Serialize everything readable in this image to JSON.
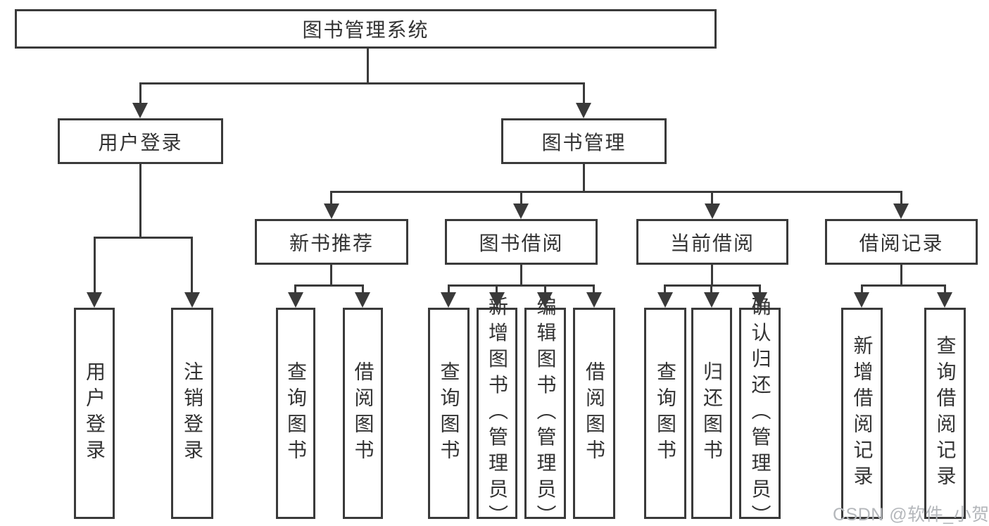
{
  "tree": {
    "root": "图书管理系统",
    "user_login": {
      "label": "用户登录",
      "children": [
        "用户登录",
        "注销登录"
      ]
    },
    "book_management": {
      "label": "图书管理",
      "new_book_recommend": {
        "label": "新书推荐",
        "children": [
          "查询图书",
          "借阅图书"
        ]
      },
      "book_borrow": {
        "label": "图书借阅",
        "children": [
          "查询图书",
          "新增图书（管理员）",
          "编辑图书（管理员）",
          "借阅图书"
        ]
      },
      "current_borrow": {
        "label": "当前借阅",
        "children": [
          "查询图书",
          "归还图书",
          "确认归还（管理员）"
        ]
      },
      "borrow_record": {
        "label": "借阅记录",
        "children": [
          "新增借阅记录",
          "查询借阅记录"
        ]
      }
    }
  },
  "watermark": "CSDN @软件_小贺同学",
  "colors": {
    "line": "#3a3a3a",
    "text": "#333333",
    "watermark": "#b4b7bb",
    "background": "#ffffff"
  }
}
